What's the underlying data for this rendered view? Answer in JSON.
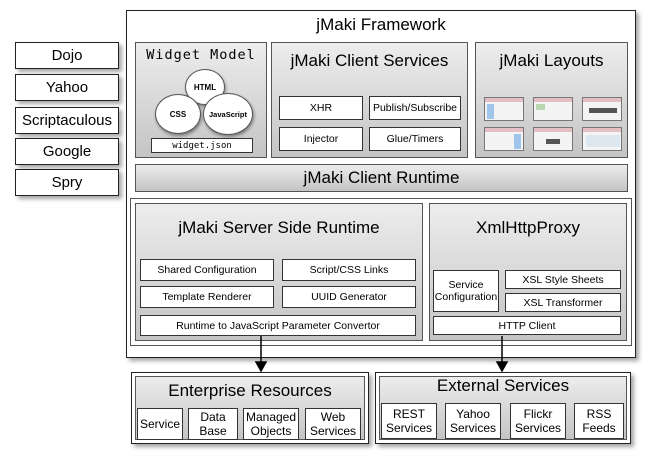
{
  "left_libraries": [
    "Dojo",
    "Yahoo",
    "Scriptaculous",
    "Google",
    "Spry"
  ],
  "framework": {
    "title": "jMaki Framework",
    "widget_model": {
      "title": "Widget Model",
      "bubbles": [
        "HTML",
        "CSS",
        "JavaScript"
      ],
      "file": "widget.json"
    },
    "client_services": {
      "title": "jMaki Client Services",
      "items": [
        "XHR",
        "Publish/Subscribe",
        "Injector",
        "Glue/Timers"
      ]
    },
    "layouts": {
      "title": "jMaki Layouts"
    },
    "client_runtime": "jMaki Client Runtime",
    "server_runtime": {
      "title": "jMaki Server Side Runtime",
      "items": [
        "Shared Configuration",
        "Script/CSS Links",
        "Template Renderer",
        "UUID Generator"
      ],
      "bottom": "Runtime to JavaScript Parameter Convertor"
    },
    "xml_proxy": {
      "title": "XmlHttpProxy",
      "service_config": "Service Configuration",
      "xsl_items": [
        "XSL Style Sheets",
        "XSL Transformer"
      ],
      "http_client": "HTTP Client"
    }
  },
  "enterprise": {
    "title": "Enterprise Resources",
    "items": [
      "Service",
      "Data Base",
      "Managed Objects",
      "Web Services"
    ]
  },
  "external": {
    "title": "External Services",
    "items": [
      "REST Services",
      "Yahoo Services",
      "Flickr Services",
      "RSS Feeds"
    ]
  }
}
